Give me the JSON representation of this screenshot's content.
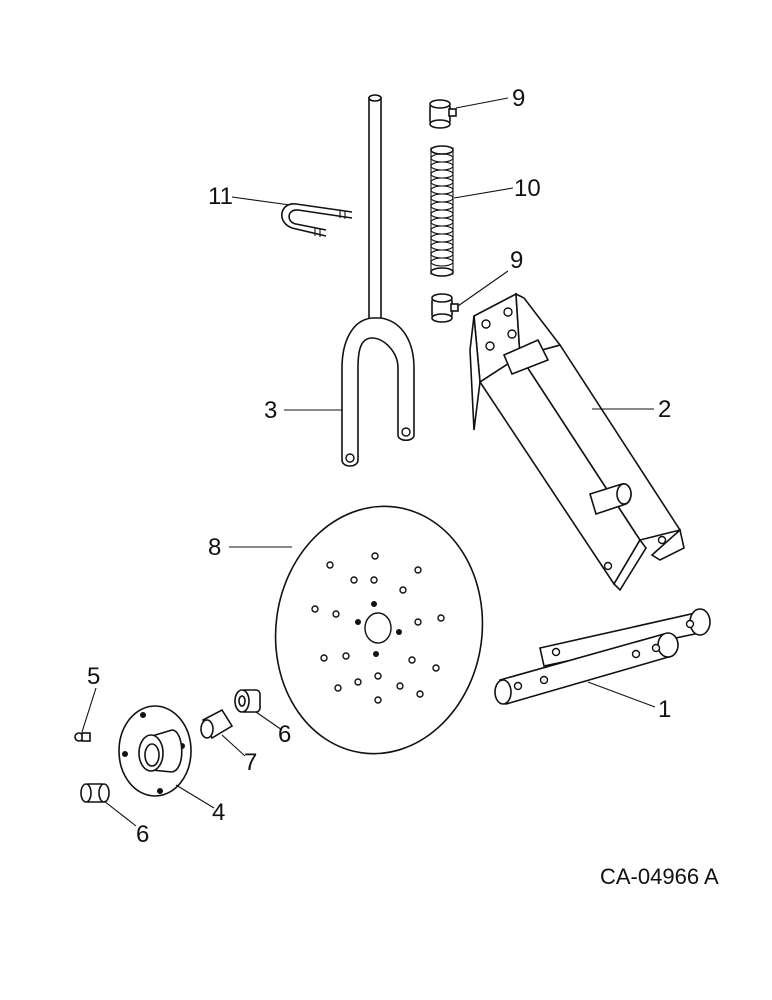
{
  "callouts": [
    {
      "id": "c9a",
      "label": "9"
    },
    {
      "id": "c10",
      "label": "10"
    },
    {
      "id": "c9b",
      "label": "9"
    },
    {
      "id": "c11",
      "label": "11"
    },
    {
      "id": "c3",
      "label": "3"
    },
    {
      "id": "c2",
      "label": "2"
    },
    {
      "id": "c8",
      "label": "8"
    },
    {
      "id": "c1",
      "label": "1"
    },
    {
      "id": "c5",
      "label": "5"
    },
    {
      "id": "c6a",
      "label": "6"
    },
    {
      "id": "c7",
      "label": "7"
    },
    {
      "id": "c4",
      "label": "4"
    },
    {
      "id": "c6b",
      "label": "6"
    }
  ],
  "drawing_number": "CA-04966 A"
}
